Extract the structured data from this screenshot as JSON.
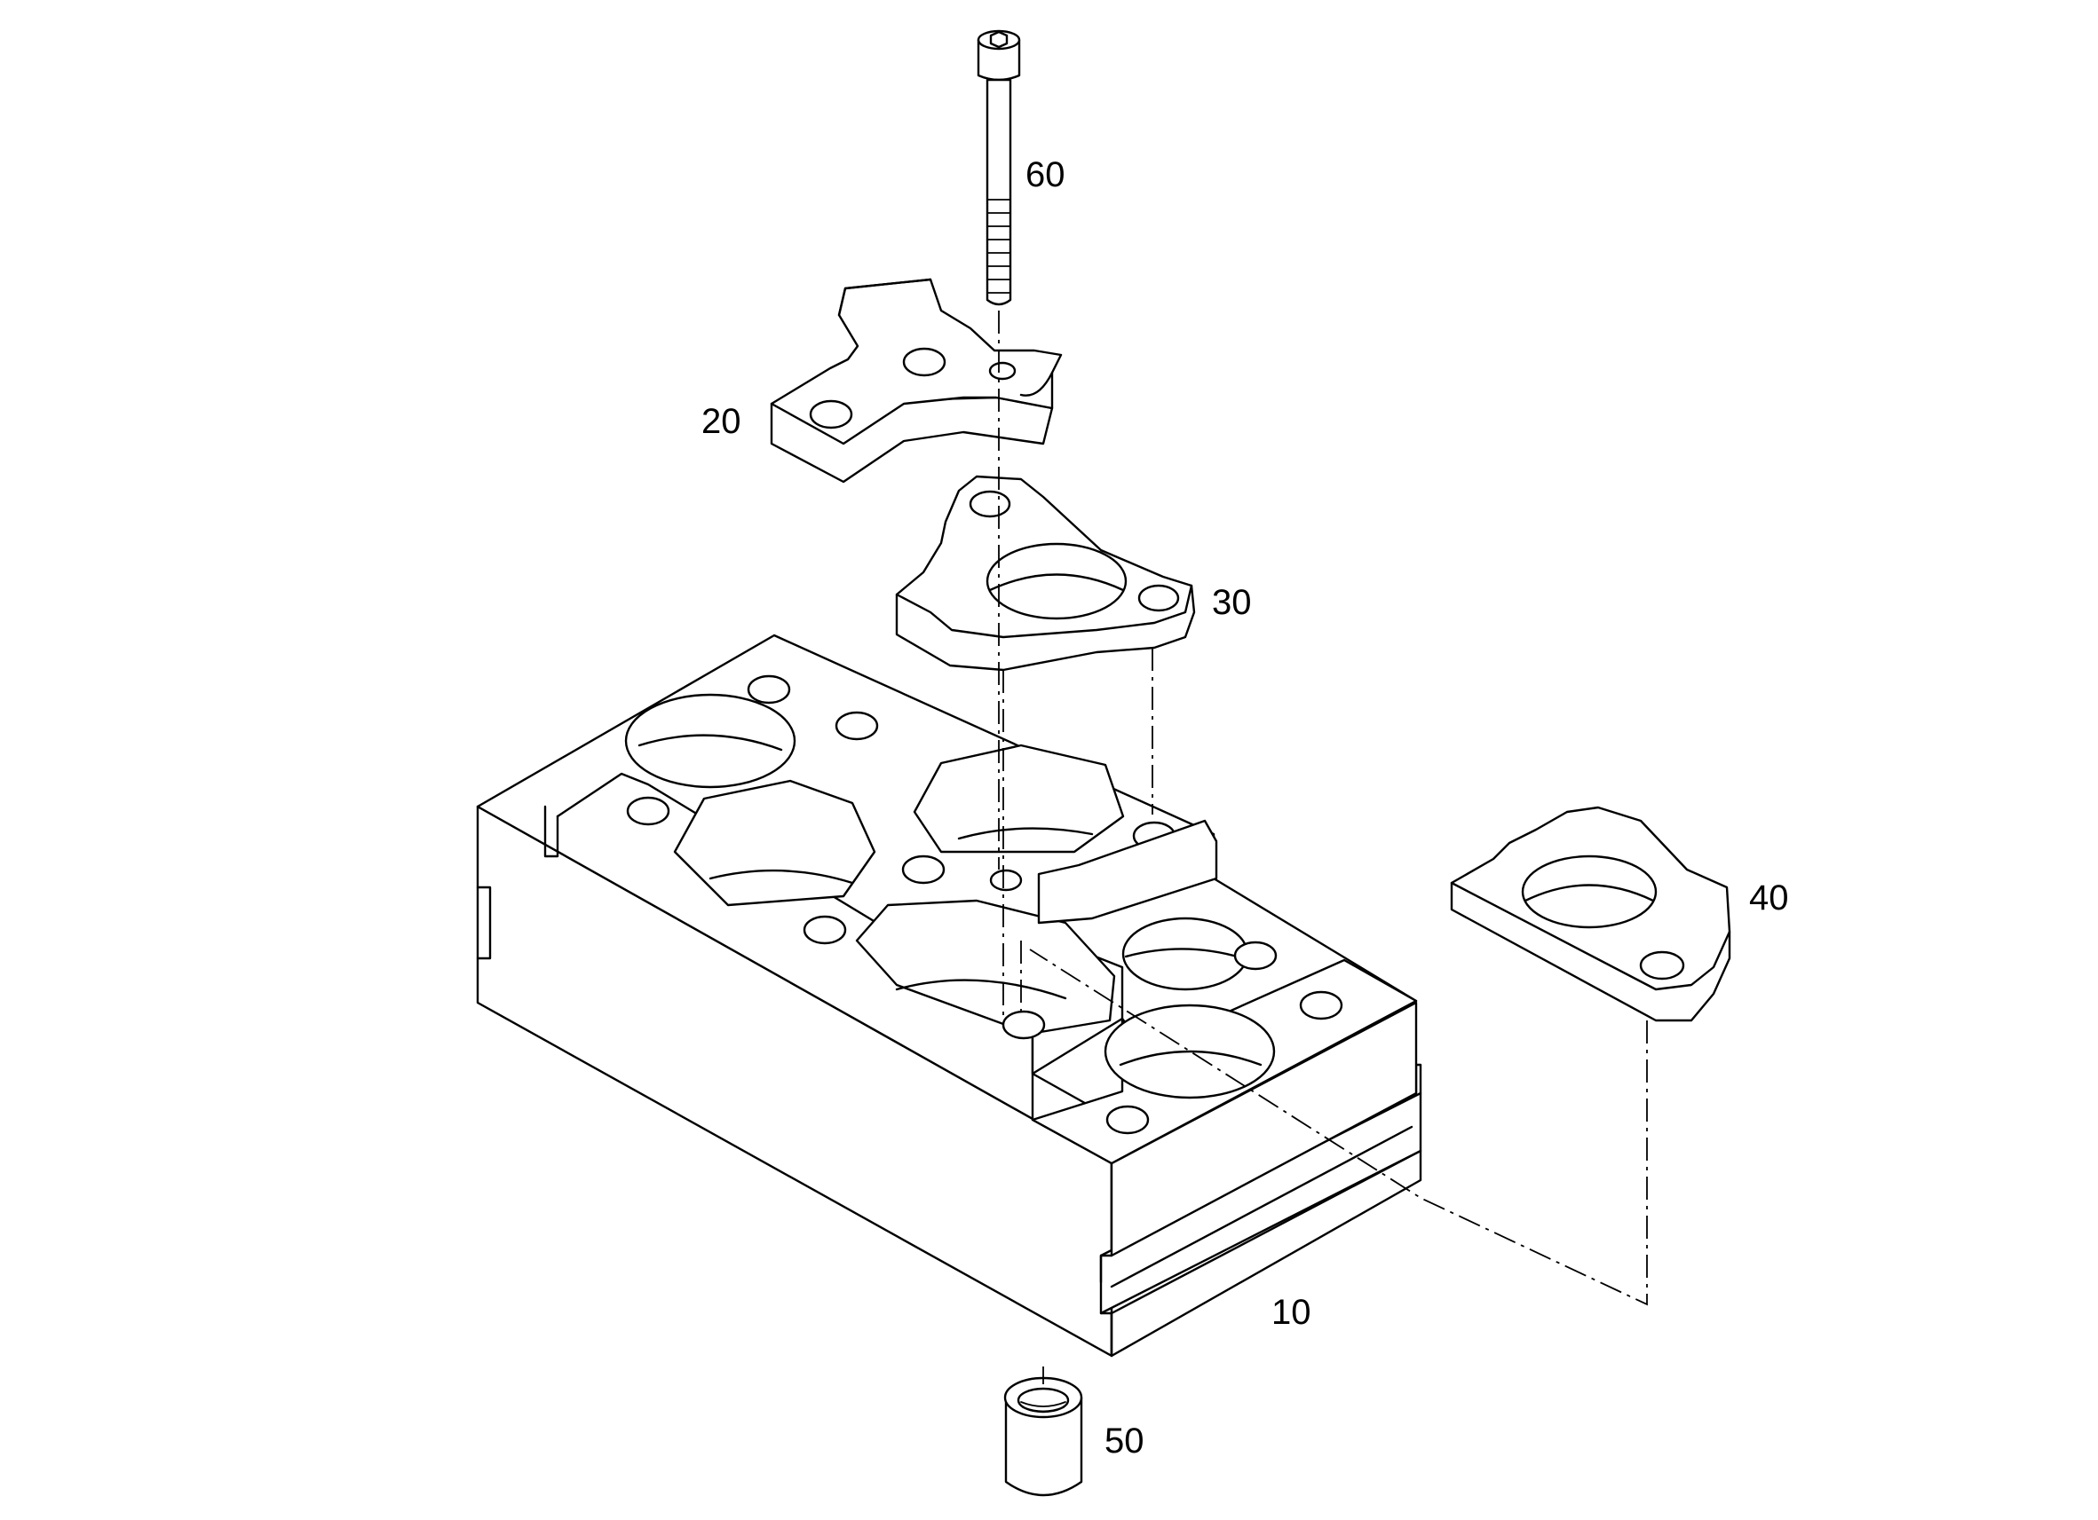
{
  "callouts": {
    "part_10": "10",
    "part_20": "20",
    "part_30": "30",
    "part_40": "40",
    "part_50": "50",
    "part_60": "60"
  }
}
